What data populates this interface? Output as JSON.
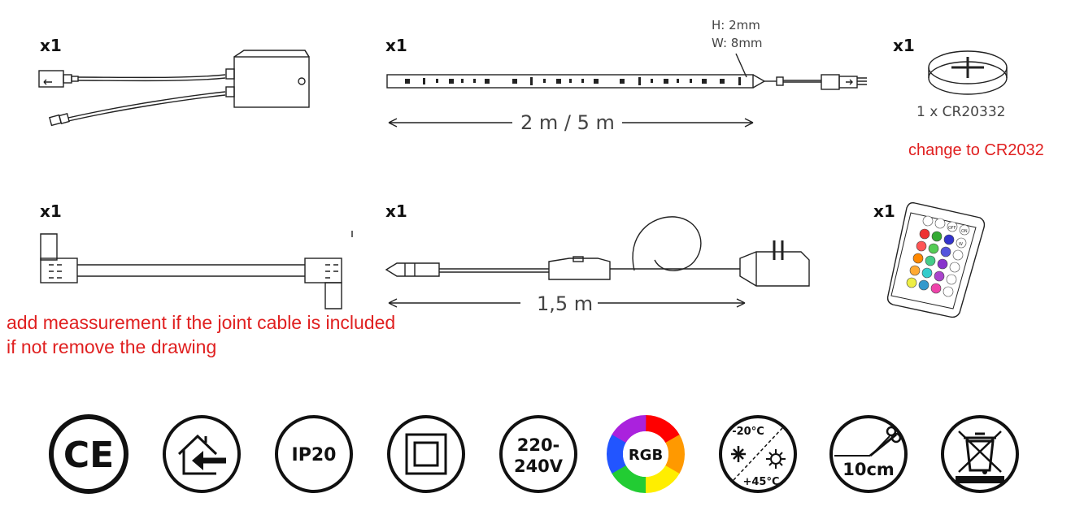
{
  "items": {
    "controller": {
      "qty": "x1"
    },
    "strip": {
      "qty": "x1",
      "height_label": "H: 2mm",
      "width_label": "W: 8mm",
      "length_label": "2 m / 5 m"
    },
    "battery": {
      "qty": "x1",
      "caption": "1 x CR20332",
      "note": "change to CR2032"
    },
    "joint_cable": {
      "qty": "x1",
      "note_line1": "add meassurement if the joint cable is included",
      "note_line2": "if not remove the drawing"
    },
    "adapter": {
      "qty": "x1",
      "length_label": "1,5 m"
    },
    "remote": {
      "qty": "x1",
      "btn_off": "OFF",
      "btn_on": "ON",
      "btn_w": "W"
    }
  },
  "icons": {
    "ce": {
      "text": "CE"
    },
    "ip": {
      "text": "IP20"
    },
    "voltage": {
      "line1": "220-",
      "line2": "240V"
    },
    "rgb": {
      "text": "RGB"
    },
    "temp": {
      "low": "-20°C",
      "high": "+45°C"
    },
    "cut": {
      "text": "10cm"
    }
  },
  "colors": {
    "ink": "#111111",
    "note": "#e02020"
  }
}
